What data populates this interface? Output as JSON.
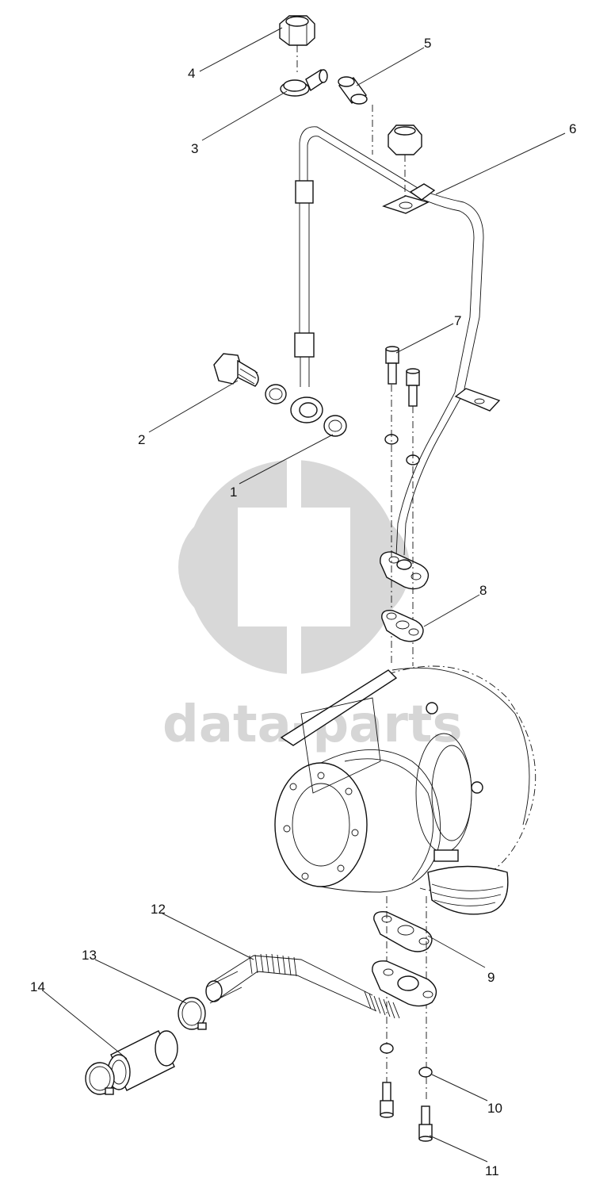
{
  "watermark": {
    "text": "data-parts",
    "color": "#d8d8d8"
  },
  "callouts": [
    {
      "id": "1",
      "label": "1"
    },
    {
      "id": "2",
      "label": "2"
    },
    {
      "id": "3",
      "label": "3"
    },
    {
      "id": "4",
      "label": "4"
    },
    {
      "id": "5",
      "label": "5"
    },
    {
      "id": "6",
      "label": "6"
    },
    {
      "id": "7",
      "label": "7"
    },
    {
      "id": "8",
      "label": "8"
    },
    {
      "id": "9",
      "label": "9"
    },
    {
      "id": "10",
      "label": "10"
    },
    {
      "id": "11",
      "label": "11"
    },
    {
      "id": "12",
      "label": "12"
    },
    {
      "id": "13",
      "label": "13"
    },
    {
      "id": "14",
      "label": "14"
    }
  ],
  "colors": {
    "line": "#111111",
    "background": "#ffffff"
  }
}
